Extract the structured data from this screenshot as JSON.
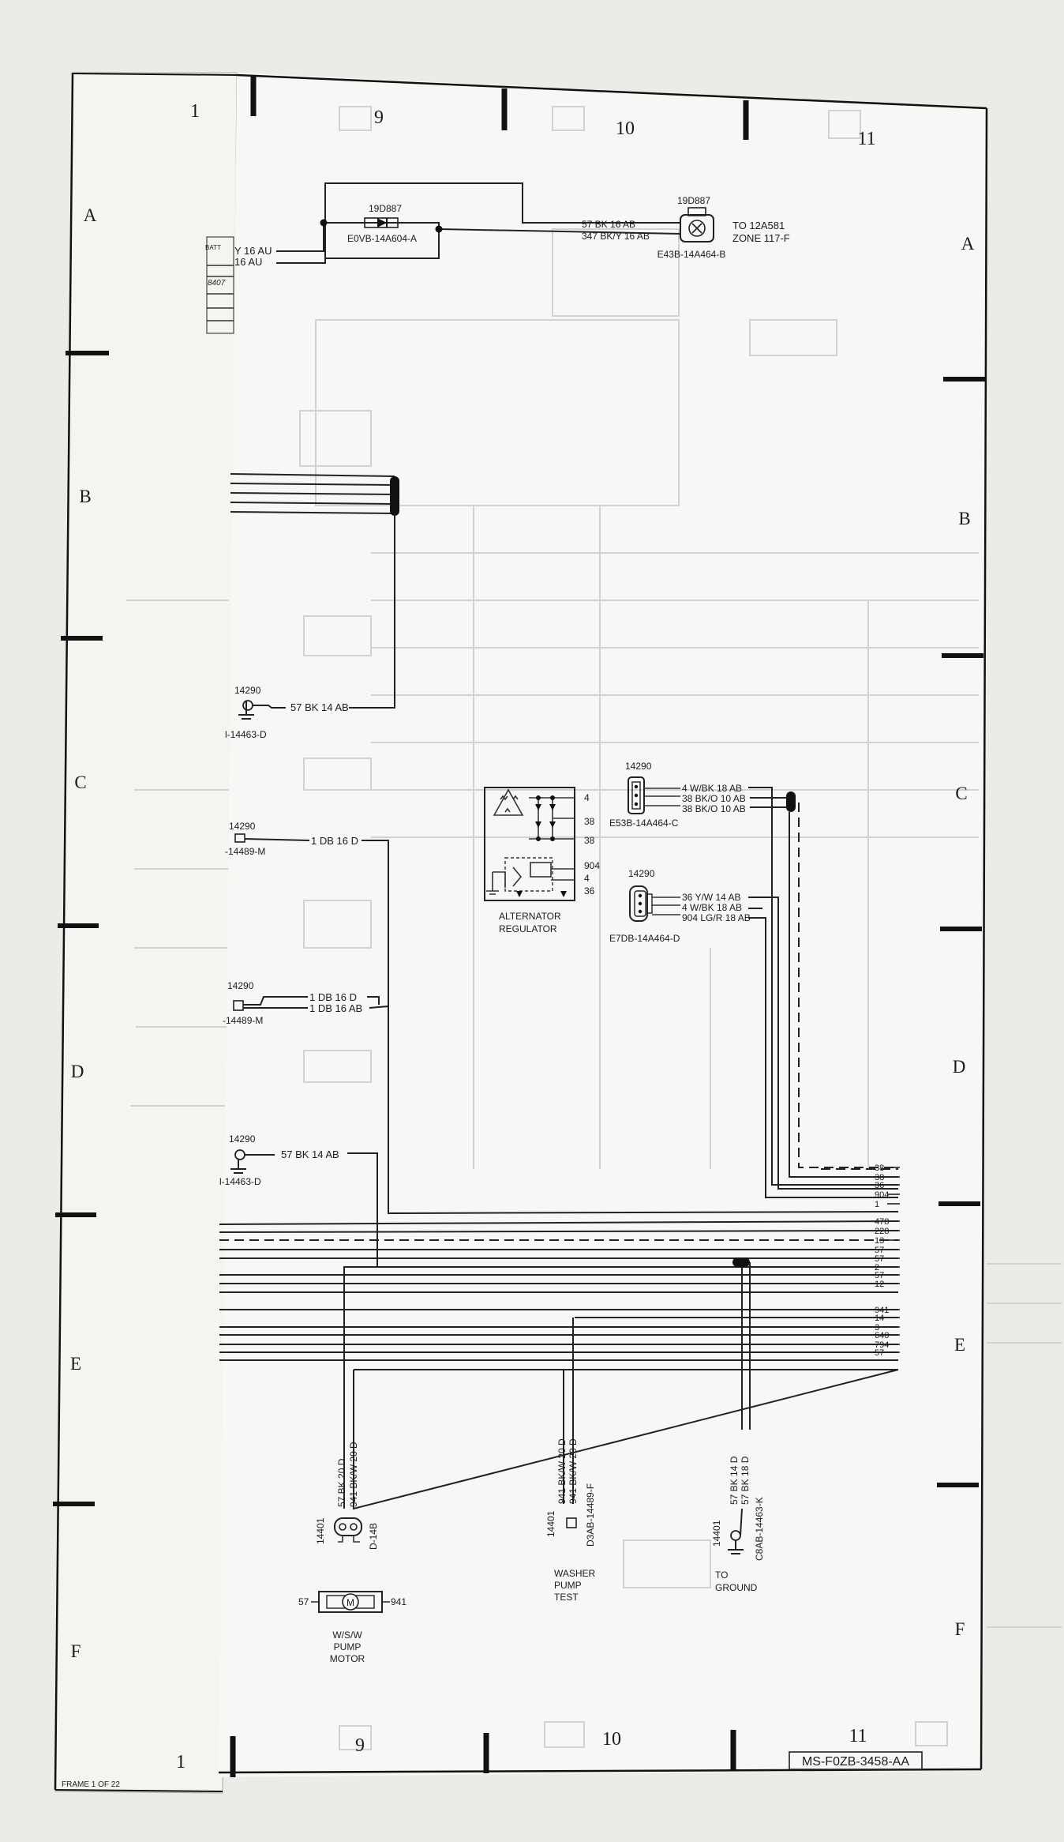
{
  "columns": {
    "c1": "1",
    "c9": "9",
    "c10": "10",
    "c11": "11"
  },
  "rows": [
    "A",
    "B",
    "C",
    "D",
    "E",
    "F"
  ],
  "top_section": {
    "left_wire_1": "Y 16 AU",
    "left_wire_2": "16 AU",
    "left_tag": "BATT",
    "left_box_label": "8407",
    "diode_id": "19D887",
    "diode_part": "E0VB-14A604-A",
    "wire_57": "57  BK  16  AB",
    "wire_347": "347  BK/Y  16  AB",
    "connector_id": "19D887",
    "connector_part": "E43B-14A464-B",
    "dest_1": "TO  12A581",
    "dest_2": "ZONE  117-F"
  },
  "splice_labels": {
    "gnd_c_id": "14290",
    "gnd_c_part": "l-14463-D",
    "gnd_c_wire": "57  BK  14  AB",
    "conn_c_id": "14290",
    "conn_c_part": "-14489-M",
    "conn_c_wire": "1  DB  16  D",
    "conn_d_id": "14290",
    "conn_d_part": "-14489-M",
    "conn_d_wire1": "1  DB  16  D",
    "conn_d_wire2": "1  DB  16  AB",
    "gnd_d_id": "14290",
    "gnd_d_part": "l-14463-D",
    "gnd_d_wire": "57  BK  14  AB"
  },
  "regulator": {
    "pins": [
      "4",
      "38",
      "38",
      "904",
      "4",
      "36"
    ],
    "title_1": "ALTERNATOR",
    "title_2": "REGULATOR"
  },
  "connector_c": {
    "id": "14290",
    "part": "E53B-14A464-C",
    "wires": [
      "4  W/BK  18  AB",
      "38  BK/O  10  AB",
      "38  BK/O  10  AB"
    ]
  },
  "connector_d": {
    "id": "14290",
    "part": "E7DB-14A464-D",
    "wires": [
      "36  Y/W  14  AB",
      "4  W/BK  18  AB",
      "904  LG/R  18  AB"
    ]
  },
  "harness_codes": [
    "38",
    "38",
    "36",
    "904",
    "1",
    "478",
    "228",
    "13",
    "57",
    "57",
    "2",
    "57",
    "12",
    "941",
    "14",
    "3",
    "640",
    "794",
    "57"
  ],
  "bottom": {
    "pump_conn_id": "14401",
    "pump_conn_part": "D-14B",
    "pump_wire1": "57  BK  20  D",
    "pump_wire2": "941  BK/W  20  D",
    "motor_left": "57",
    "motor_right": "941",
    "motor_symbol": "M",
    "motor_title": [
      "W/S/W",
      "PUMP",
      "MOTOR"
    ],
    "washer_id": "14401",
    "washer_part": "D3AB-14489-F",
    "washer_wire1": "941  BK/W  20  D",
    "washer_wire2": "941  BK/W  20  D",
    "washer_title": [
      "WASHER",
      "PUMP",
      "TEST"
    ],
    "ground_id": "14401",
    "ground_part": "C8AB-14463-K",
    "ground_wire1": "57  BK  14  D",
    "ground_wire2": "57  BK  18  D",
    "ground_title": [
      "TO",
      "GROUND"
    ]
  },
  "footer": {
    "frame": "FRAME  1  OF  22",
    "drawing_no": "MS-F0ZB-3458-AA"
  }
}
